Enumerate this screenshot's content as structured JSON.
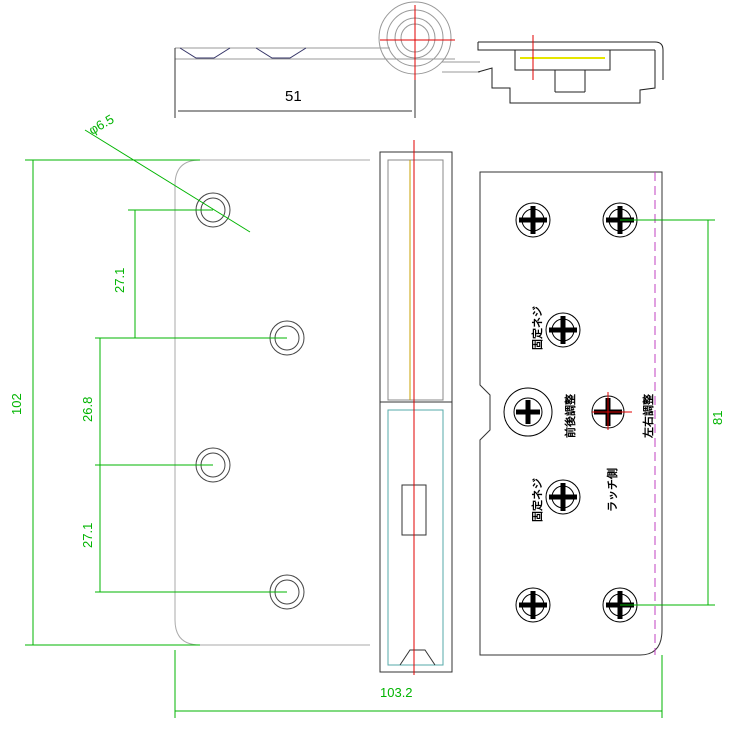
{
  "dimensions": {
    "top_width": "51",
    "hole_diameter": "φ6.5",
    "height": "102",
    "pitch_1": "27.1",
    "pitch_2": "26.8",
    "pitch_3": "27.1",
    "total_width": "103.2",
    "screw_pitch": "81"
  },
  "labels": {
    "fixing_screw_upper": "固定ネジ",
    "fixing_screw_lower": "固定ネジ",
    "front_back_adjust": "前後調整",
    "left_right_adjust": "左右調整",
    "latch_side": "ラッチ側"
  },
  "colors": {
    "dimension": "#00b400",
    "center": "#e00000",
    "hidden": "#c040c0"
  }
}
